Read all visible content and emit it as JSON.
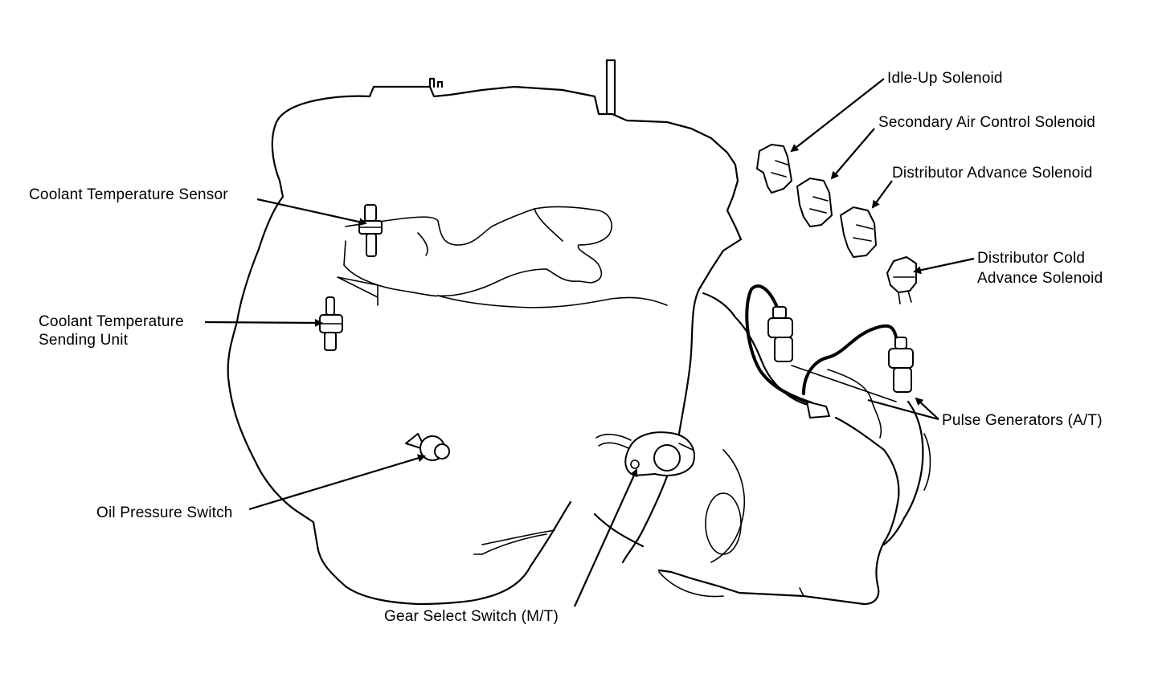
{
  "labels": {
    "idle_up": "Idle-Up Solenoid",
    "secondary_air": "Secondary Air Control Solenoid",
    "distributor_advance": "Distributor Advance Solenoid",
    "distributor_cold_line1": "Distributor Cold",
    "distributor_cold_line2": "Advance Solenoid",
    "coolant_sensor": "Coolant Temperature Sensor",
    "coolant_sending_line1": "Coolant Temperature",
    "coolant_sending_line2": "Sending Unit",
    "pulse_generators": "Pulse Generators (A/T)",
    "oil_pressure": "Oil Pressure Switch",
    "gear_select": "Gear Select Switch (M/T)"
  },
  "colors": {
    "ink": "#000000",
    "paper": "#ffffff"
  }
}
